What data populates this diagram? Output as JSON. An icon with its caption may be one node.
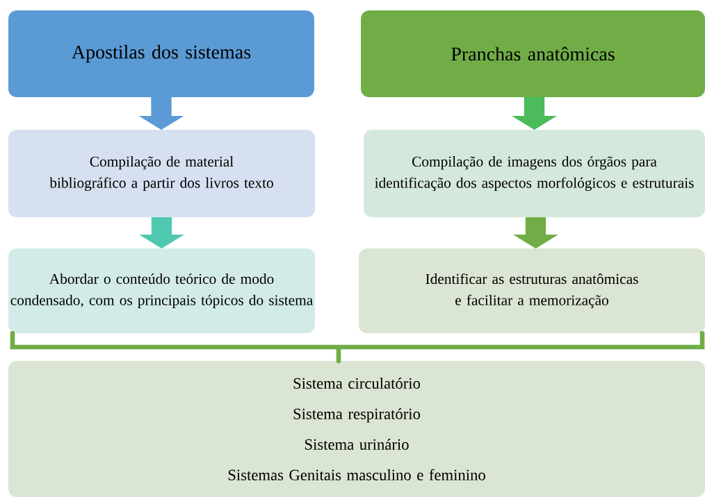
{
  "diagram": {
    "nodes": [
      {
        "text": [
          "Apostilas dos sistemas"
        ]
      },
      {
        "text": [
          "Compilação de material bibliográfico a partir dos livros texto"
        ]
      },
      {
        "text": [
          "Abordar o conteúdo teórico de modo condensado, com os principais tópicos do sistema"
        ]
      },
      {
        "text": [
          "Pranchas anatômicas"
        ]
      },
      {
        "text": [
          "Compilação de imagens dos órgãos para identificação dos aspectos morfológicos e estruturais"
        ]
      },
      {
        "text": [
          "Identificar as estruturas anatômicas e facilitar a memorização"
        ]
      },
      {
        "text": [
          "Sistema circulatório",
          "Sistema respiratório",
          "Sistema urinário",
          "Sistemas Genitais masculino e feminino"
        ]
      }
    ],
    "edges": [
      {
        "from": 0,
        "to": 1,
        "arrow": "to",
        "color": "#5b9bd5"
      },
      {
        "from": 1,
        "to": 2,
        "arrow": "to",
        "color": "#4fc9b0"
      },
      {
        "from": 3,
        "to": 4,
        "arrow": "to",
        "color": "#4cbb5b"
      },
      {
        "from": 4,
        "to": 5,
        "arrow": "to",
        "color": "#70ad47"
      },
      {
        "from": 2,
        "to": 6,
        "arrow": "none",
        "color": "#70ad47"
      },
      {
        "from": 5,
        "to": 6,
        "arrow": "none",
        "color": "#70ad47"
      }
    ]
  }
}
